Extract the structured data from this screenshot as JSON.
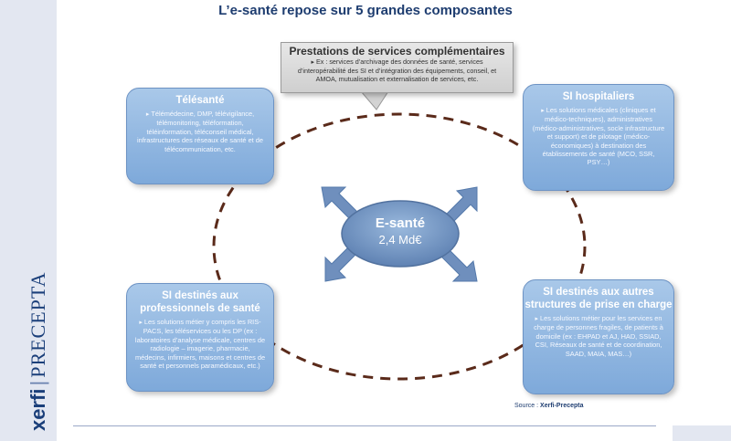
{
  "title": "L’e-santé repose sur 5 grandes composantes",
  "brand": {
    "name": "xerfi",
    "separator": "|",
    "sub": "PRECEPTA"
  },
  "center": {
    "title": "E-santé",
    "value": "2,4 Md€"
  },
  "top_box": {
    "title": "Prestations de services complémentaires",
    "body": "Ex : services d’archivage des données de santé, services d’interopérabilité des SI et d’intégration des équipements, conseil, et AMOA, mutualisation et externalisation de services, etc."
  },
  "boxes": {
    "telesante": {
      "title": "Télésanté",
      "body": "Télémédecine, DMP, télévigilance, télémonitoring, téléformation, téléinformation, téléconseil médical, infrastructures des réseaux de santé et de télécommunication, etc."
    },
    "si_hospitaliers": {
      "title": "SI hospitaliers",
      "body": "Les solutions médicales (cliniques et médico-techniques), administratives (médico-administratives, socle infrastructure et support) et de pilotage (médico-économiques) à destination des établissements de santé (MCO, SSR, PSY…)"
    },
    "si_pros": {
      "title": "SI destinés aux professionnels de santé",
      "body": "Les solutions métier y compris les RIS-PACS, les téléservices ou les DP (ex : laboratoires d’analyse médicale, centres de radiologie – imagerie, pharmacie, médecins, infirmiers, maisons et centres de santé et personnels paramédicaux, etc.)"
    },
    "si_autres": {
      "title": "SI destinés aux autres structures de prise en charge",
      "body": "Les solutions métier pour les services en charge de personnes fragiles, de patients à domicile (ex : EHPAD et AJ, HAD, SSIAD, CSI, Réseaux de santé et de coordination, SAAD, MAIA, MAS…)"
    }
  },
  "source": {
    "label": "Source :",
    "value": "Xerfi-Precepta"
  },
  "colors": {
    "title": "#1e3d70",
    "box_fill": "#8fb4df",
    "center_fill": "#7a9cc6",
    "ring": "#5a2a1a",
    "arrow": "#6f8fbd",
    "sidebar": "#e3e7f1"
  }
}
